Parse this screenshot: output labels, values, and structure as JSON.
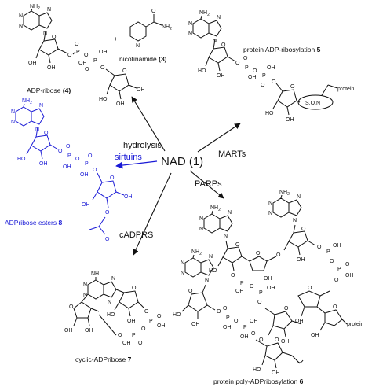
{
  "center": {
    "label": "NAD (1)"
  },
  "arrows": {
    "hydrolysis": "hydrolysis",
    "marts": "MARTs",
    "sirtuins": "sirtuins",
    "parps": "PARPs",
    "cadprs": "cADPRS"
  },
  "molecules": {
    "adp_ribose": {
      "label": "ADP-ribose",
      "number": "(4)",
      "plus": "+",
      "nicotinamide": "nicotinamide",
      "nicotinamide_number": "(3)"
    },
    "protein_adp": {
      "label": "protein ADP-ribosylation",
      "number": "5",
      "ring_atoms": "S,O,N",
      "protein": "protein"
    },
    "adpribose_esters": {
      "label": "ADPribose esters",
      "number": "8"
    },
    "cyclic": {
      "label": "cyclic-ADPribose",
      "number": "7"
    },
    "poly": {
      "label": "protein poly-ADPribosylation",
      "number": "6",
      "protein": "protein"
    }
  },
  "atoms": {
    "nh2": "NH",
    "nh2_sub": "2",
    "nh": "NH",
    "n": "N",
    "o": "O",
    "p": "P",
    "oh": "OH",
    "ho": "HO"
  },
  "colors": {
    "ink": "#111111",
    "sirtuin_blue": "#1a1ad6"
  }
}
